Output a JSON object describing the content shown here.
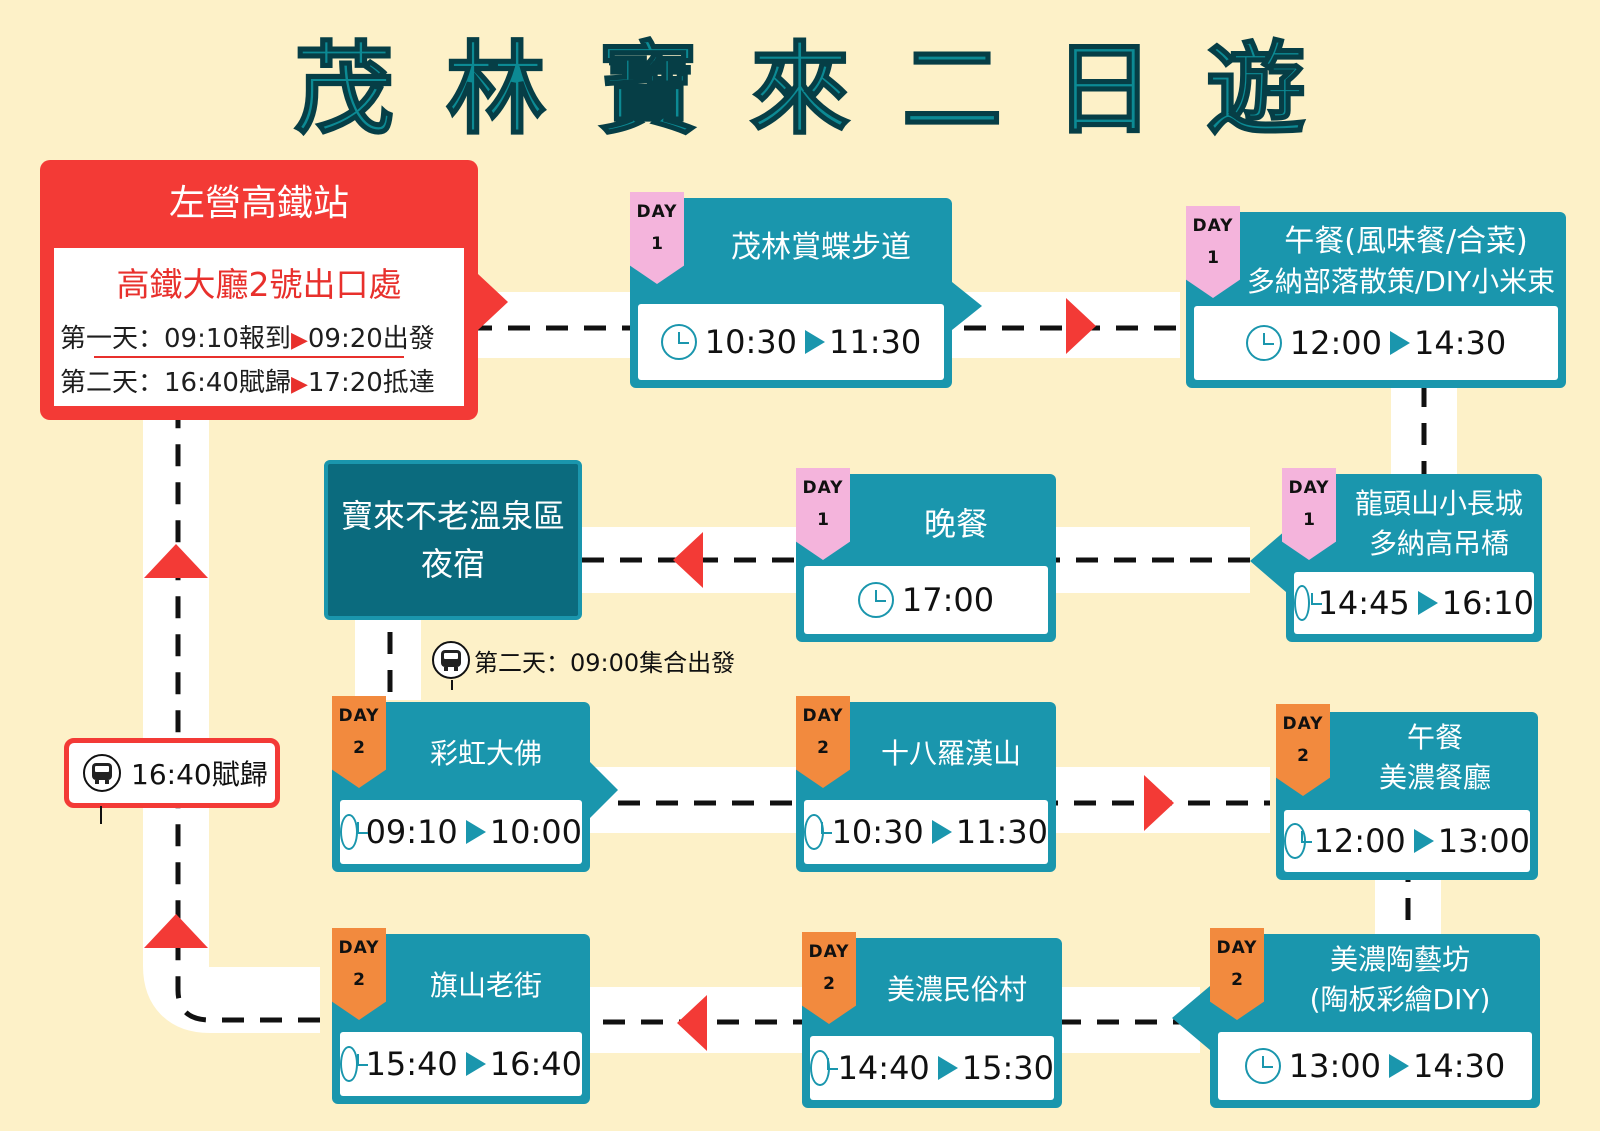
{
  "title": "茂林寶來二日遊",
  "start": {
    "station": "左營高鐵站",
    "exit": "高鐵大廳2號出口處",
    "day1_label": "第一天：09:10報到",
    "day1_end": "09:20出發",
    "day2_label": "第二天：16:40賦歸",
    "day2_end": "17:20抵達"
  },
  "day_label": "DAY",
  "stops": [
    {
      "day": "1",
      "name": "茂林賞蝶步道",
      "start": "10:30",
      "end": "11:30"
    },
    {
      "day": "1",
      "name": "午餐(風味餐/合菜)",
      "name2": "多納部落散策/DIY小米束",
      "start": "12:00",
      "end": "14:30"
    },
    {
      "day": "1",
      "name": "龍頭山小長城",
      "name2": "多納高吊橋",
      "start": "14:45",
      "end": "16:10"
    },
    {
      "day": "1",
      "name": "晚餐",
      "start": "17:00"
    },
    {
      "day": "2",
      "name": "彩虹大佛",
      "start": "09:10",
      "end": "10:00"
    },
    {
      "day": "2",
      "name": "十八羅漢山",
      "start": "10:30",
      "end": "11:30"
    },
    {
      "day": "2",
      "name": "午餐",
      "name2": "美濃餐廳",
      "start": "12:00",
      "end": "13:00"
    },
    {
      "day": "2",
      "name": "美濃陶藝坊",
      "name2": "(陶板彩繪DIY)",
      "start": "13:00",
      "end": "14:30"
    },
    {
      "day": "2",
      "name": "美濃民俗村",
      "start": "14:40",
      "end": "15:30"
    },
    {
      "day": "2",
      "name": "旗山老街",
      "start": "15:40",
      "end": "16:40"
    }
  ],
  "overnight": {
    "line1": "寶來不老溫泉區",
    "line2": "夜宿"
  },
  "day2_depart": "第二天：09:00集合出發",
  "return_label": "16:40賦歸",
  "colors": {
    "background": "#fdf1c8",
    "teal": "#1a96ad",
    "dark_teal": "#0b6b7e",
    "red": "#f33a36",
    "day1_badge": "#f4b4dc",
    "day2_badge": "#f28a3e"
  },
  "icons": [
    "clock-icon",
    "bus-icon",
    "play-arrow-icon"
  ]
}
